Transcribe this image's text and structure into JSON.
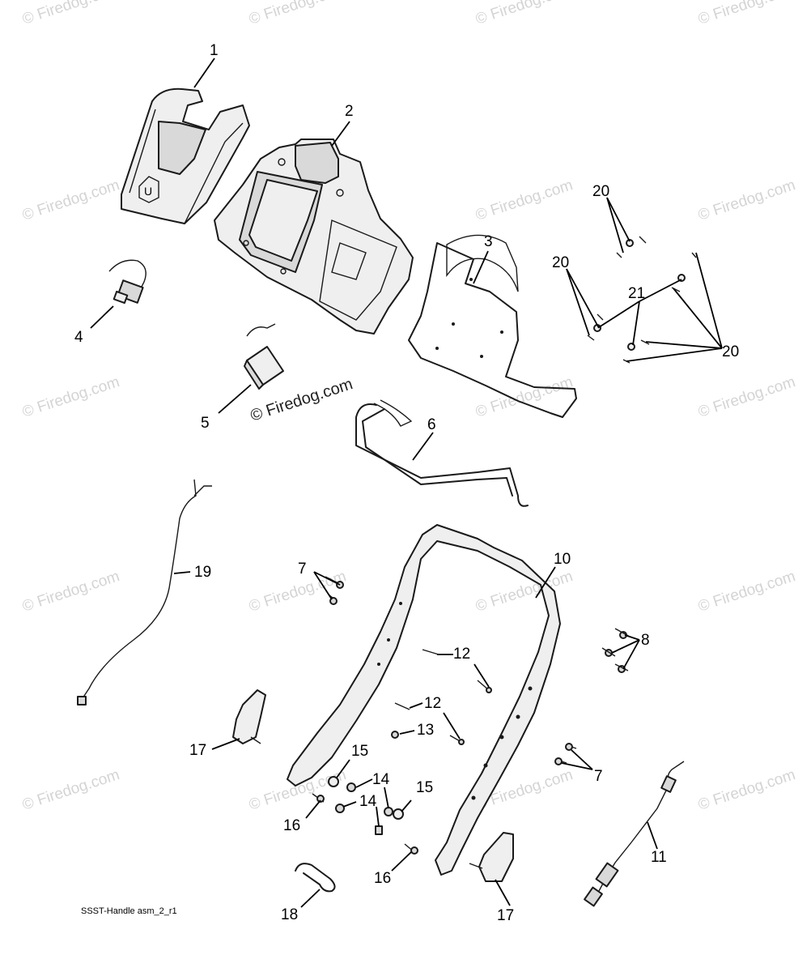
{
  "diagram": {
    "figure_id": "SSST-Handle asm_2_r1",
    "watermark": "© Firedog.com",
    "watermark_center": "© Firedog.com",
    "callouts": {
      "c1": "1",
      "c2": "2",
      "c3": "3",
      "c4": "4",
      "c5": "5",
      "c6": "6",
      "c7a": "7",
      "c7b": "7",
      "c8": "8",
      "c10": "10",
      "c11": "11",
      "c12a": "12",
      "c12b": "12",
      "c13": "13",
      "c14a": "14",
      "c14b": "14",
      "c15a": "15",
      "c15b": "15",
      "c16a": "16",
      "c16b": "16",
      "c17a": "17",
      "c17b": "17",
      "c18": "18",
      "c19": "19",
      "c20a": "20",
      "c20b": "20",
      "c20c": "20",
      "c21": "21"
    }
  }
}
